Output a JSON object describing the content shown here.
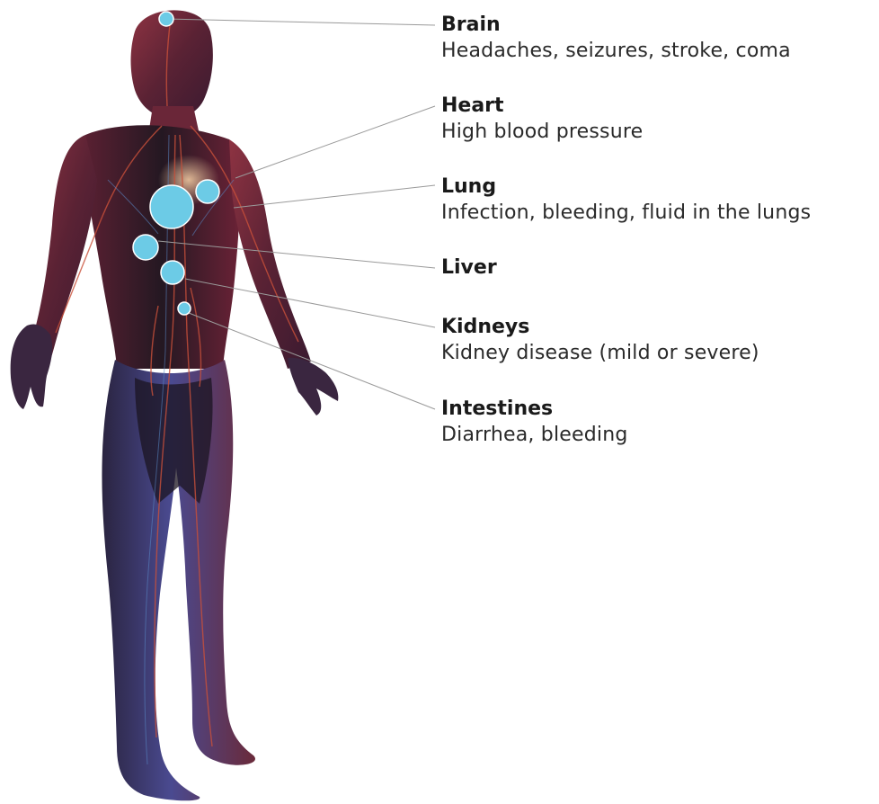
{
  "organs": [
    {
      "name": "Brain",
      "description": "Headaches, seizures, stroke, coma"
    },
    {
      "name": "Heart",
      "description": "High blood pressure"
    },
    {
      "name": "Lung",
      "description": "Infection, bleeding, fluid in the lungs"
    },
    {
      "name": "Liver",
      "description": ""
    },
    {
      "name": "Kidneys",
      "description": "Kidney disease (mild or severe)"
    },
    {
      "name": "Intestines",
      "description": "Diarrhea, bleeding"
    }
  ],
  "colors": {
    "marker": "#6ccbe6",
    "leader_line": "#9a9a9a",
    "text": "#1a1a1a",
    "body_skin": "#7a2a3a",
    "body_dark": "#1b1420",
    "vessel": "#c9503a"
  }
}
